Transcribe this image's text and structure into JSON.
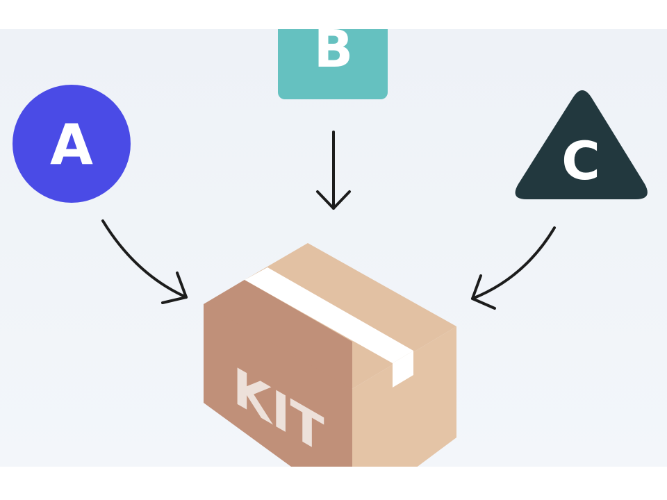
{
  "shapes": {
    "a_label": "A",
    "b_label": "B",
    "c_label": "C",
    "box_label": "KIT"
  },
  "colors": {
    "a": "#4a4be6",
    "b": "#65c1c0",
    "c": "#22383e",
    "box_front": "#c09079",
    "box_side": "#e2c1a3",
    "box_top": "#e2c1a3",
    "background": "#eef2f7"
  }
}
